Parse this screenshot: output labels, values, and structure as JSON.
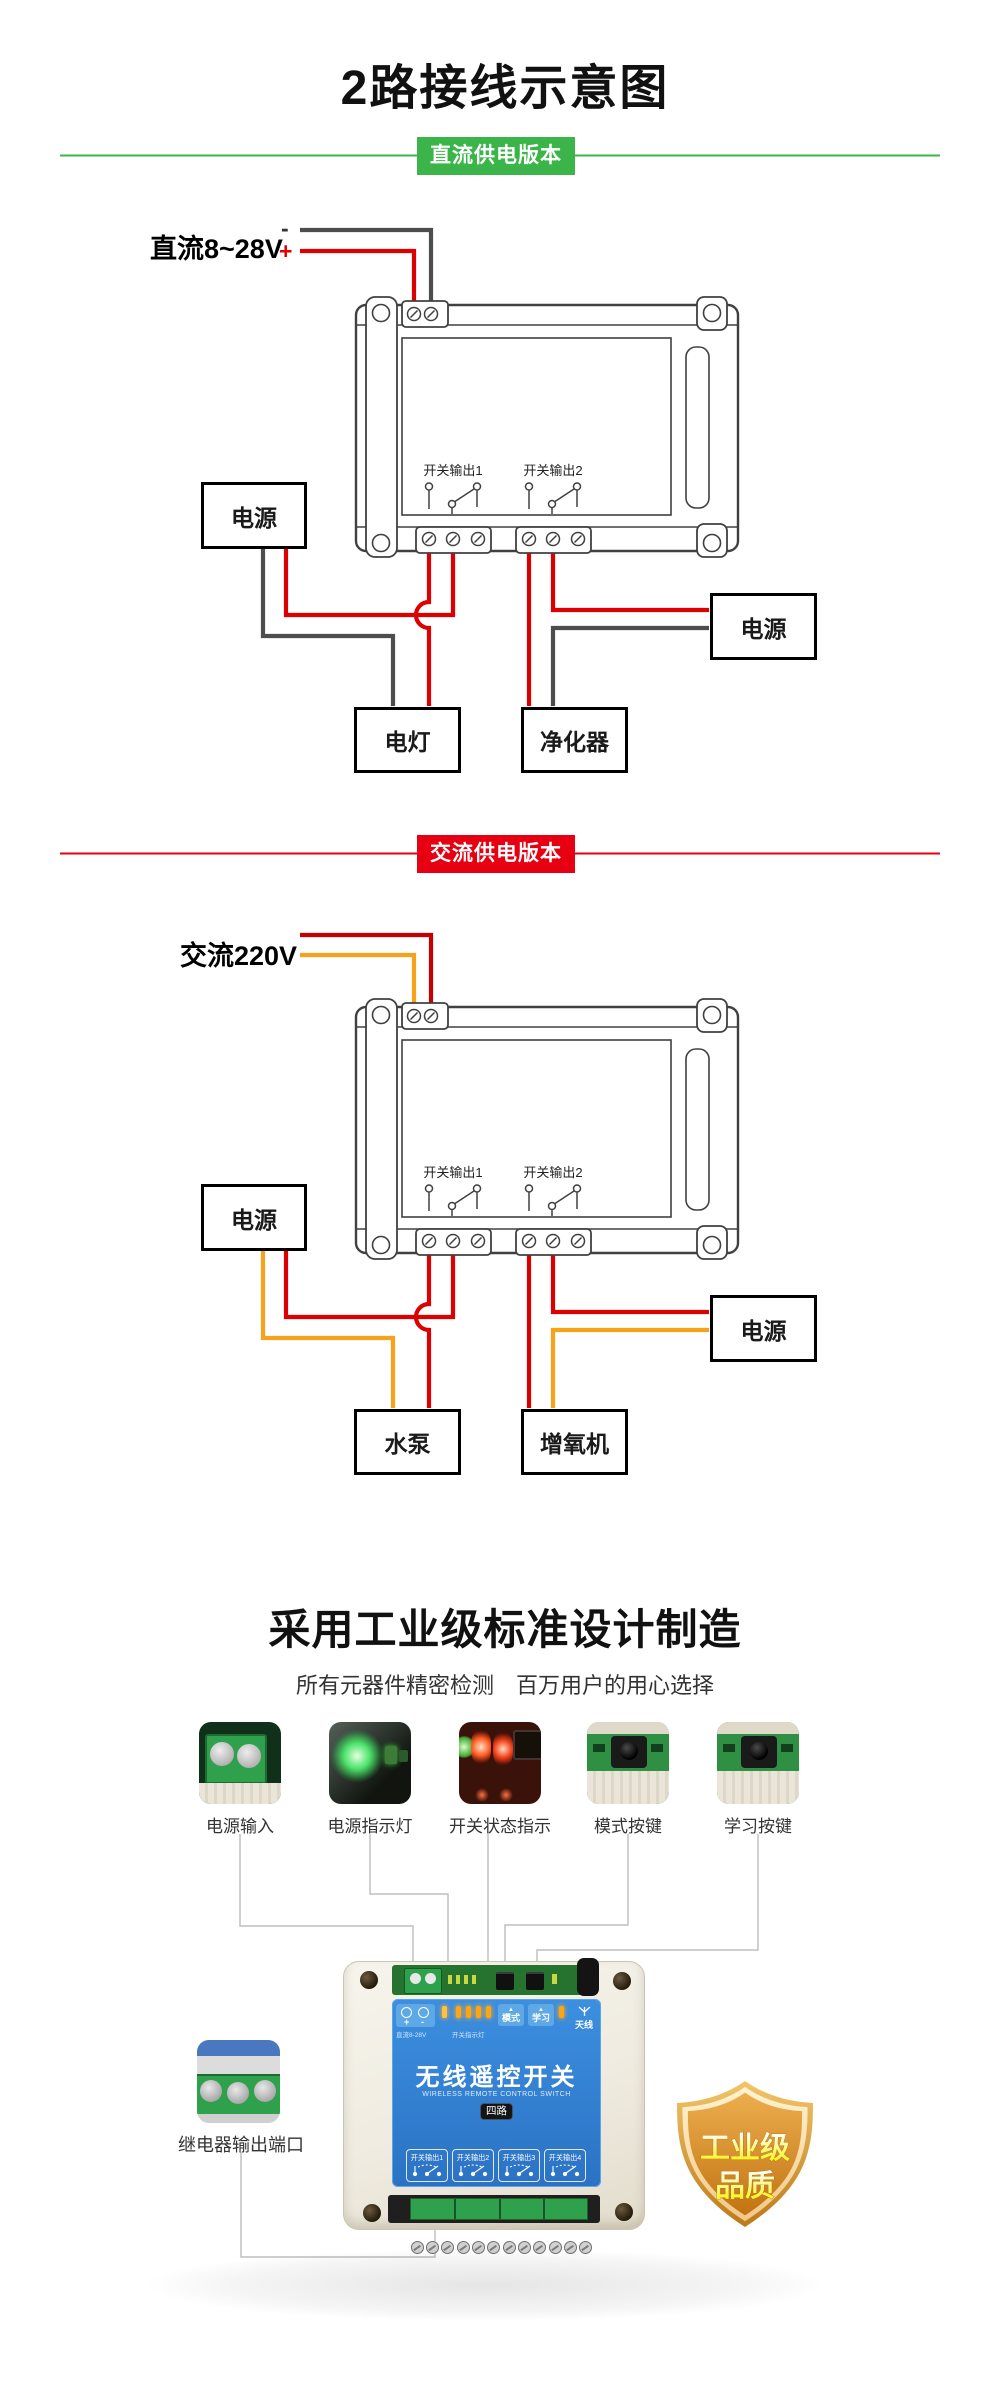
{
  "page": {
    "title": "2路接线示意图"
  },
  "sections": {
    "dc": {
      "badge": "直流供电版本",
      "input_label": "直流8~28V",
      "minus": "-",
      "plus": "+",
      "channel1": "开关输出1",
      "channel2": "开关输出2",
      "boxes": {
        "power_left": "电源",
        "power_right": "电源",
        "load1": "电灯",
        "load2": "净化器"
      }
    },
    "ac": {
      "badge": "交流供电版本",
      "input_label": "交流220V",
      "channel1": "开关输出1",
      "channel2": "开关输出2",
      "boxes": {
        "power_left": "电源",
        "power_right": "电源",
        "load1": "水泵",
        "load2": "增氧机"
      }
    },
    "quality": {
      "title": "采用工业级标准设计制造",
      "subtitle": "所有元器件精密检测　百万用户的用心选择",
      "features": [
        {
          "label": "电源输入"
        },
        {
          "label": "电源指示灯"
        },
        {
          "label": "开关状态指示"
        },
        {
          "label": "模式按键"
        },
        {
          "label": "学习按键"
        }
      ],
      "relay_port_label": "继电器输出端口",
      "device": {
        "name": "无线遥控开关",
        "name_en": "WIRELESS REMOTE CONTROL SWITCH",
        "variant": "四路",
        "panel": {
          "plus": "+",
          "minus": "-",
          "power_text": "直流8-28V",
          "led_text": "开关指示灯",
          "mode_btn": "模式",
          "learn_btn": "学习",
          "antenna": "天线"
        },
        "outputs": [
          "开关输出1",
          "开关输出2",
          "开关输出3",
          "开关输出4"
        ]
      },
      "shield": {
        "line1": "工业级",
        "line2": "品质"
      }
    }
  },
  "colors": {
    "badge_green": "#3BB54A",
    "badge_red": "#E60012",
    "wire_red": "#DD0000",
    "wire_dark": "#4D4D4D",
    "wire_orange": "#F7A21B",
    "wire_ac_red": "#C40000",
    "panel_blue": "#2F80D0",
    "pcb_green": "#2FA14C",
    "shield_gold": "#D99530"
  }
}
